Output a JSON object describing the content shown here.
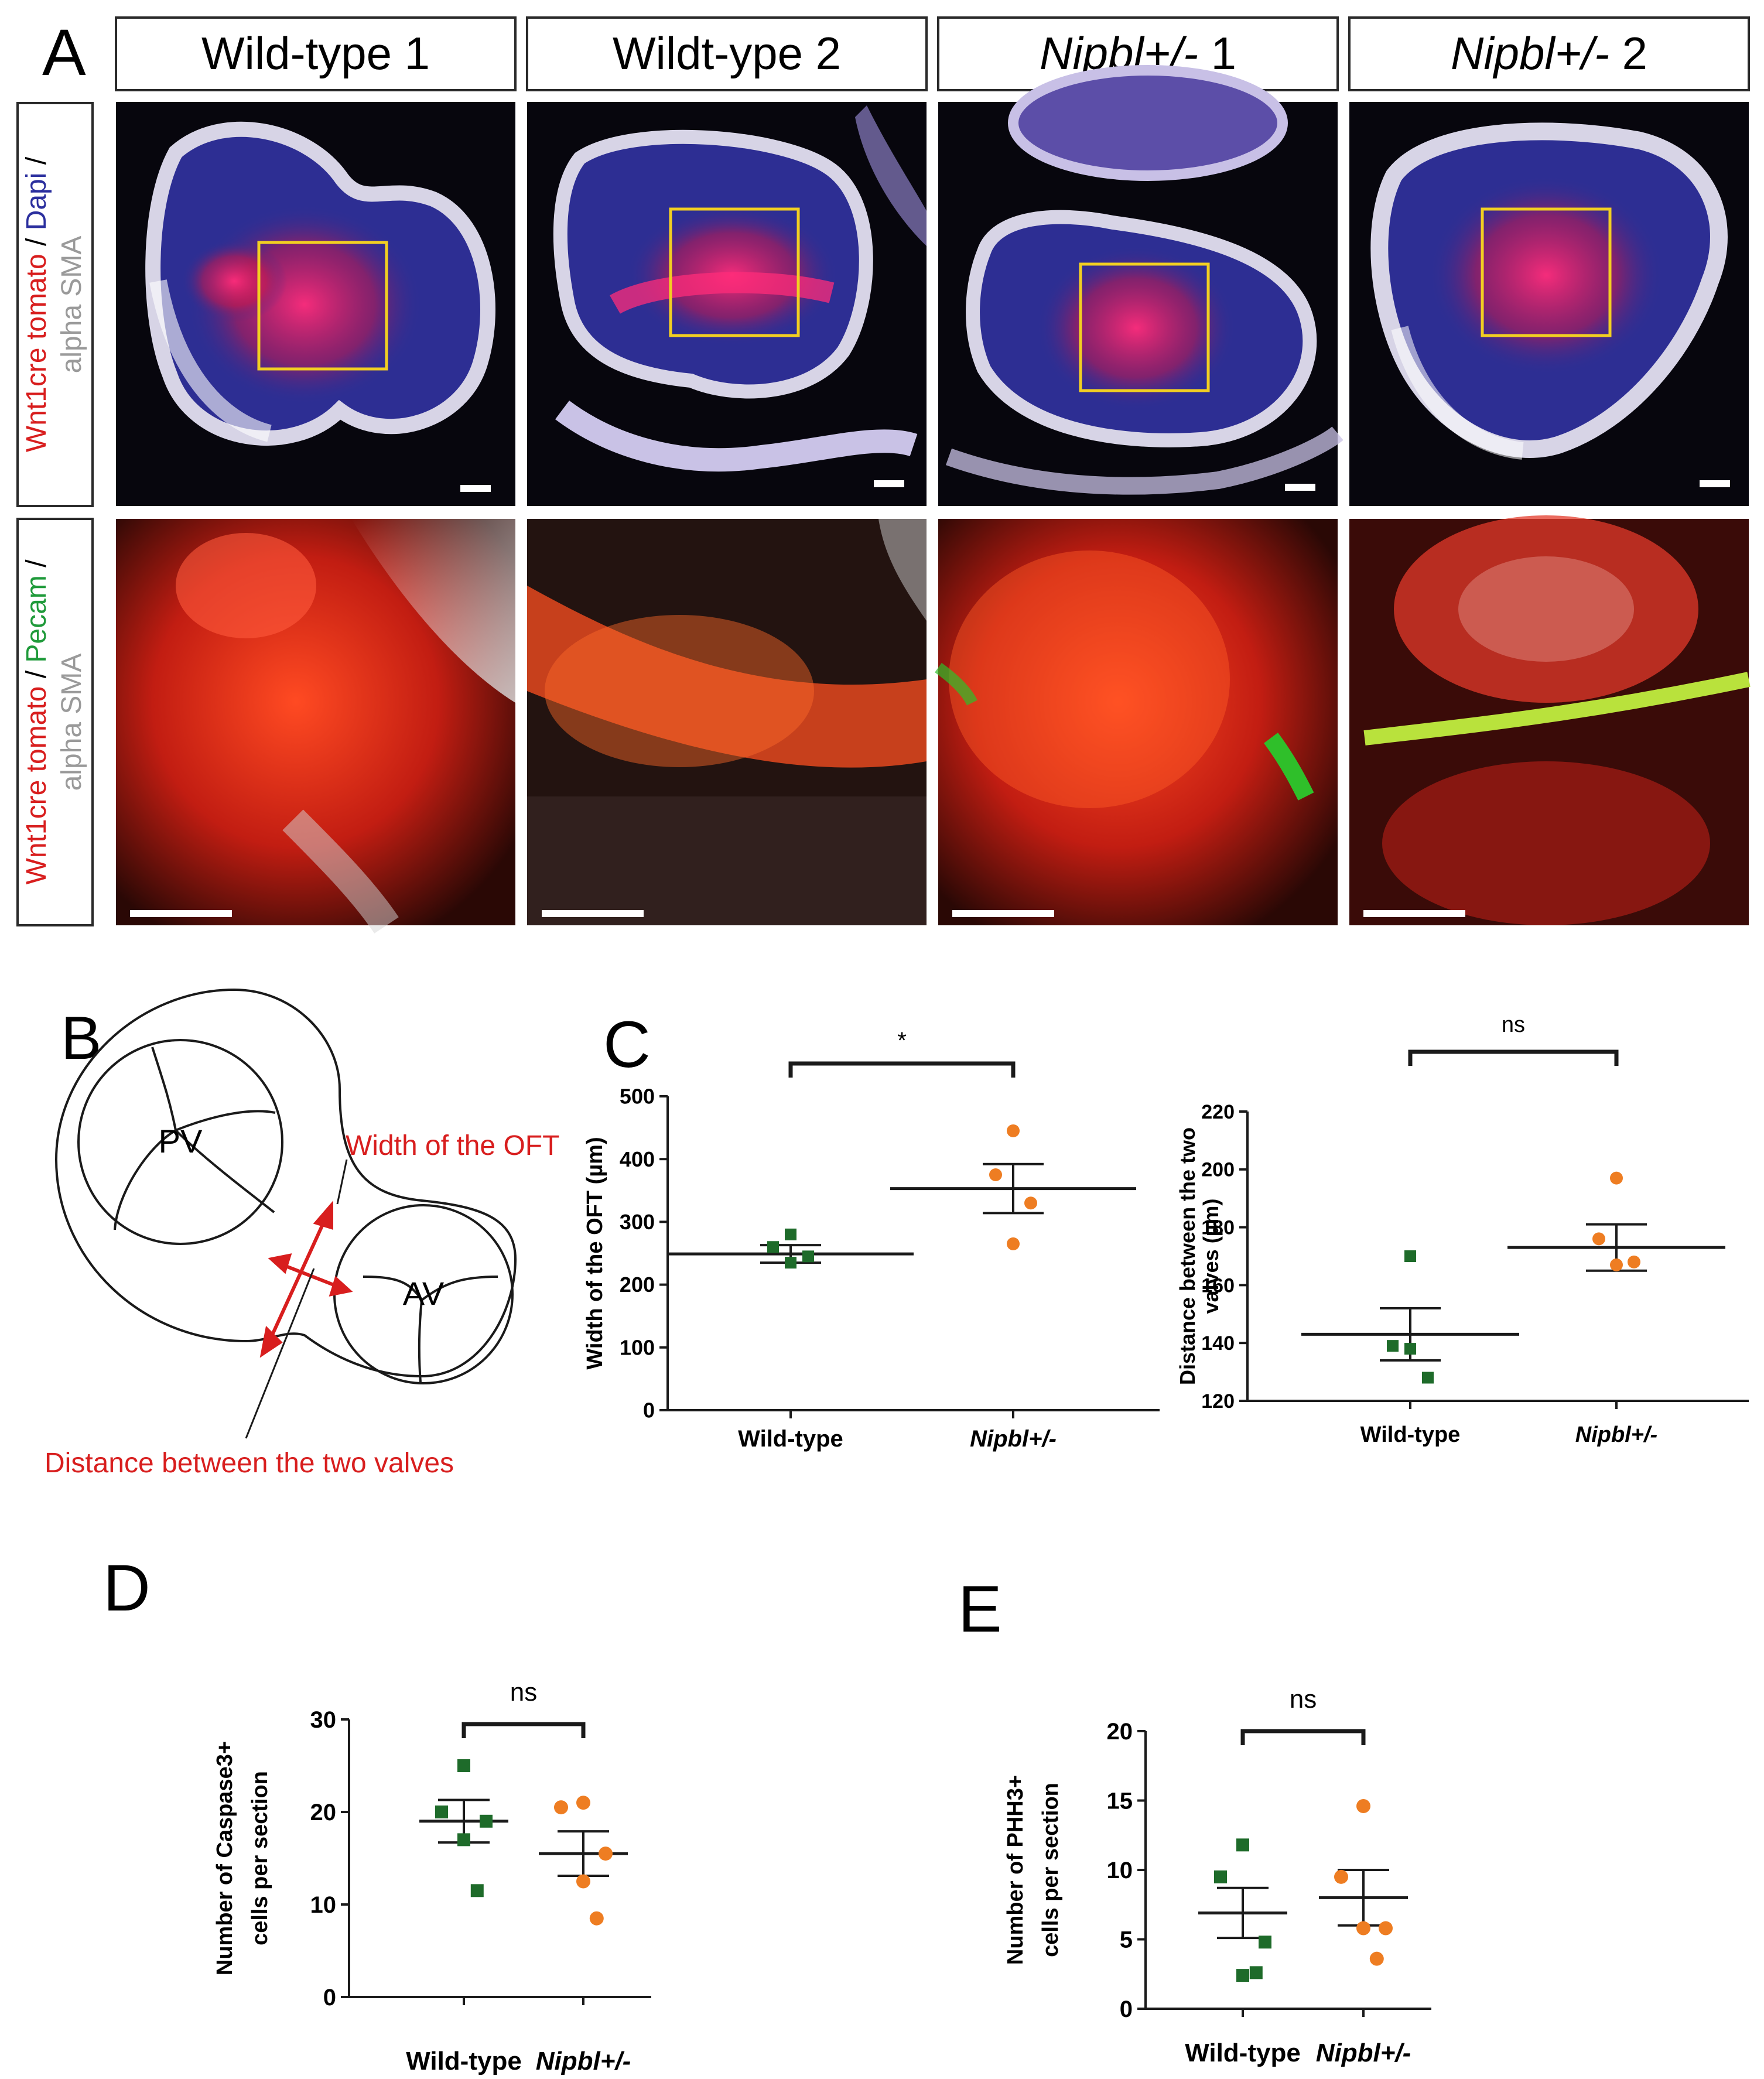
{
  "panel_letters": {
    "A": "A",
    "B": "B",
    "C": "C",
    "D": "D",
    "E": "E"
  },
  "panel_A": {
    "column_headers": [
      {
        "prefix": "Wild-type 1",
        "italic": "",
        "suffix": ""
      },
      {
        "prefix": "Wildt-ype 2",
        "italic": "",
        "suffix": ""
      },
      {
        "prefix": "",
        "italic": "Nipbl+/-",
        "suffix": " 1"
      },
      {
        "prefix": "",
        "italic": "Nipbl+/-",
        "suffix": " 2"
      }
    ],
    "row1_stain": [
      {
        "text": "Wnt1cre tomato",
        "color": "#d81e1e"
      },
      {
        "text": " / ",
        "color": "#1a1a1a"
      },
      {
        "text": "Dapi",
        "color": "#2b2f9e"
      },
      {
        "text": " /",
        "color": "#1a1a1a"
      },
      {
        "text": "alpha SMA",
        "color": "#9a9a9a"
      }
    ],
    "row2_stain": [
      {
        "text": "Wnt1cre tomato",
        "color": "#d81e1e"
      },
      {
        "text": " / ",
        "color": "#1a1a1a"
      },
      {
        "text": "Pecam",
        "color": "#1f9a3a"
      },
      {
        "text": " /",
        "color": "#1a1a1a"
      },
      {
        "text": "alpha SMA",
        "color": "#9a9a9a"
      }
    ]
  },
  "panel_B": {
    "pv_label": "PV",
    "av_label": "AV",
    "width_label": "Width of the OFT",
    "distance_label": "Distance between the two valves"
  },
  "colors": {
    "wild_type": "#1e6b2a",
    "nipbl": "#ee7d22",
    "annotation_red": "#d81e1e",
    "box_yellow": "#f2cf22",
    "tissue_red": "#e0261c",
    "dapi_blue": "#2d2e93"
  },
  "chart_data": [
    {
      "id": "C_left",
      "type": "scatter",
      "title": "",
      "xlabel": "",
      "ylabel": "Width of the OFT (µm)",
      "categories": [
        "Wild-type",
        "Nipbl+/-"
      ],
      "ylim": [
        0,
        500
      ],
      "yticks": [
        0,
        100,
        200,
        300,
        400,
        500
      ],
      "significance": "*",
      "series": [
        {
          "name": "Wild-type",
          "marker": "square",
          "values": [
            280,
            260,
            245,
            235
          ],
          "mean": 249,
          "sem": 14
        },
        {
          "name": "Nipbl+/-",
          "marker": "circle",
          "values": [
            445,
            375,
            330,
            265
          ],
          "mean": 353,
          "sem": 39
        }
      ]
    },
    {
      "id": "C_right",
      "type": "scatter",
      "title": "",
      "xlabel": "",
      "ylabel": "Distance between the two valves (µm)",
      "categories": [
        "Wild-type",
        "Nipbl+/-"
      ],
      "ylim": [
        120,
        220
      ],
      "yticks": [
        120,
        140,
        160,
        180,
        200,
        220
      ],
      "significance": "ns",
      "series": [
        {
          "name": "Wild-type",
          "marker": "square",
          "values": [
            170,
            139,
            128,
            138
          ],
          "mean": 143,
          "sem": 9
        },
        {
          "name": "Nipbl+/-",
          "marker": "circle",
          "values": [
            197,
            176,
            168,
            167
          ],
          "mean": 173,
          "sem": 8
        }
      ]
    },
    {
      "id": "D",
      "type": "scatter",
      "title": "",
      "xlabel": "",
      "ylabel": "Number of Caspase3+ cells per section",
      "categories": [
        "Wild-type",
        "Nipbl+/-"
      ],
      "ylim": [
        0,
        30
      ],
      "yticks": [
        0,
        10,
        20,
        30
      ],
      "significance": "ns",
      "series": [
        {
          "name": "Wild-type",
          "marker": "square",
          "values": [
            25,
            20,
            19,
            17,
            11.5
          ],
          "mean": 19,
          "sem": 2.3
        },
        {
          "name": "Nipbl+/-",
          "marker": "circle",
          "values": [
            21,
            20.5,
            15.5,
            12.5,
            8.5
          ],
          "mean": 15.5,
          "sem": 2.4
        }
      ]
    },
    {
      "id": "E",
      "type": "scatter",
      "title": "",
      "xlabel": "",
      "ylabel": "Number of PHH3+ cells per section",
      "categories": [
        "Wild-type",
        "Nipbl+/-"
      ],
      "ylim": [
        0,
        20
      ],
      "yticks": [
        0,
        5,
        10,
        15,
        20
      ],
      "significance": "ns",
      "series": [
        {
          "name": "Wild-type",
          "marker": "square",
          "values": [
            11.8,
            9.5,
            4.8,
            2.4,
            2.6
          ],
          "mean": 6.9,
          "sem": 1.8
        },
        {
          "name": "Nipbl+/-",
          "marker": "circle",
          "values": [
            14.6,
            9.5,
            5.8,
            5.8,
            3.6
          ],
          "mean": 8,
          "sem": 2
        }
      ]
    }
  ]
}
